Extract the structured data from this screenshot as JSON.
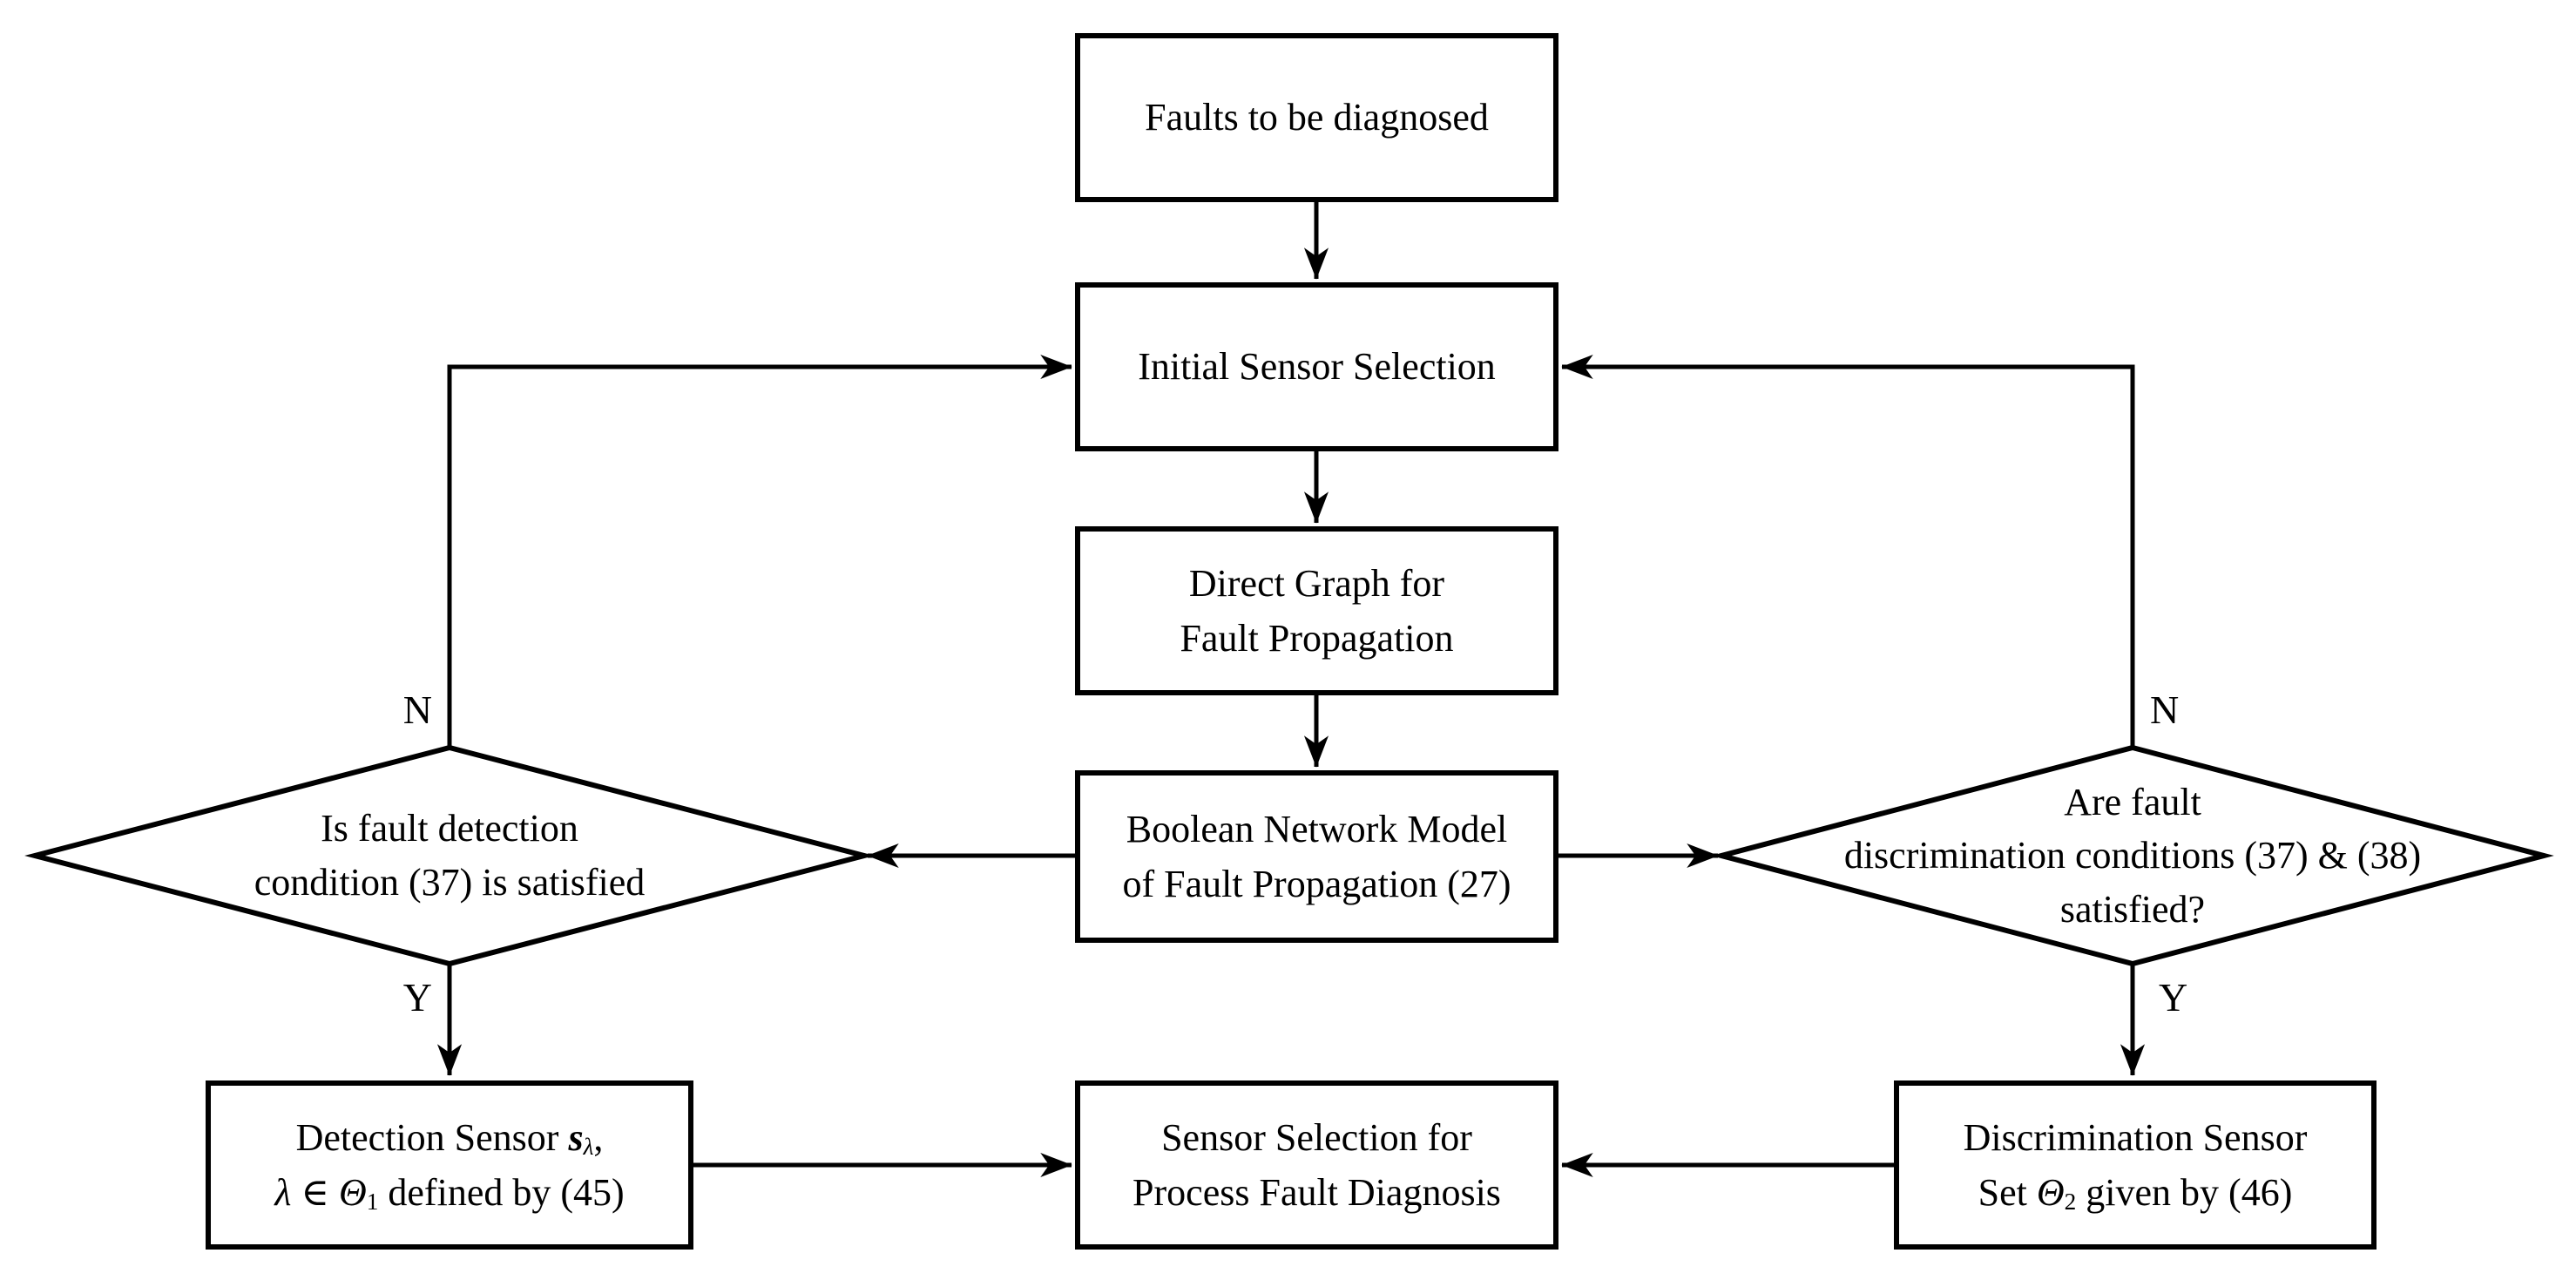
{
  "colors": {
    "ink": "#000000",
    "paper": "#ffffff"
  },
  "nodes": {
    "faults": {
      "label": "Faults to be diagnosed"
    },
    "initial_sensor_selection": {
      "label": "Initial Sensor Selection"
    },
    "direct_graph": {
      "line1": "Direct Graph for",
      "line2": "Fault Propagation"
    },
    "boolean_network": {
      "line1": "Boolean Network Model",
      "line2": "of Fault Propagation (27)"
    },
    "detection_decision": {
      "line1": "Is fault detection",
      "line2": "condition (37) is satisfied"
    },
    "discrimination_decision": {
      "line1": "Are fault",
      "line2": "discrimination conditions (37) & (38)",
      "line3": "satisfied?"
    },
    "detection_sensor": {
      "line1_text": "Detection Sensor ",
      "line1_var": "s",
      "line1_var_sub": "λ",
      "line1_comma": ",",
      "line2_lambda": "λ",
      "line2_in": " ∈ ",
      "line2_theta": "Θ",
      "line2_theta_sub": "1",
      "line2_text": " defined by (45)"
    },
    "sensor_selection": {
      "line1": "Sensor Selection for",
      "line2": "Process Fault Diagnosis"
    },
    "discrimination_sensor": {
      "line1": "Discrimination Sensor",
      "line2_text": "Set ",
      "line2_theta": "Θ",
      "line2_theta_sub": "2",
      "line2_rest": " given by (46)"
    }
  },
  "labels": {
    "detection_no": "N",
    "detection_yes": "Y",
    "discrimination_no": "N",
    "discrimination_yes": "Y"
  }
}
